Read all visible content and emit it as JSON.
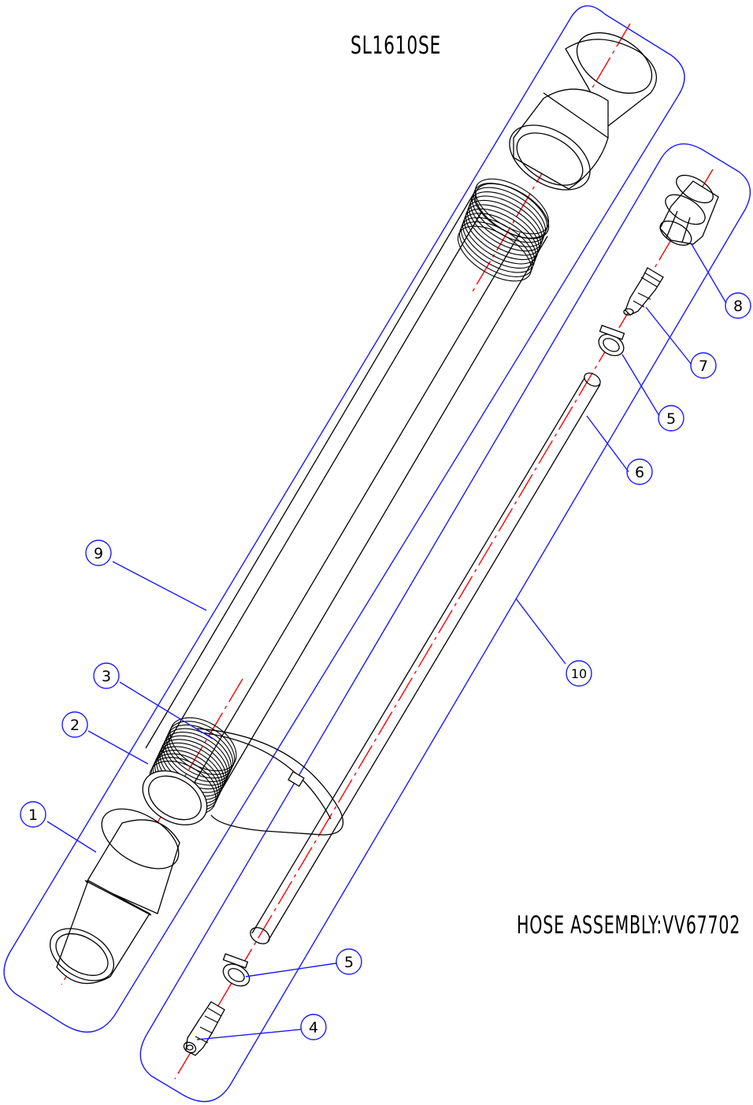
{
  "title": "SL1610SE",
  "subtitle": "HOSE ASSEMBLY:VV67702",
  "balloons": [
    "1",
    "2",
    "3",
    "4",
    "5",
    "5",
    "6",
    "7",
    "8",
    "9",
    "10"
  ],
  "colors": {
    "outline": "#000000",
    "leader": "#1a1aff",
    "centerline": "#ff0000"
  }
}
